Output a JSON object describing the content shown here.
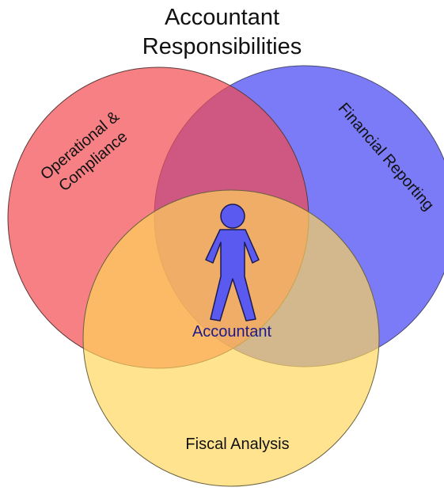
{
  "title": {
    "line1": "Accountant",
    "line2": "Responsibilities"
  },
  "circles": [
    {
      "label_line1": "Operational &",
      "label_line2": "Compliance",
      "color": "#f24a50"
    },
    {
      "label": "Financial Reporting",
      "color": "#4848f5"
    },
    {
      "label": "Fiscal Analysis",
      "color": "#ffd65a"
    }
  ],
  "center": {
    "label": "Accountant",
    "label_color": "#1c1a8c",
    "figure_color": "#5a5af0",
    "figure_icon": "person-icon"
  }
}
